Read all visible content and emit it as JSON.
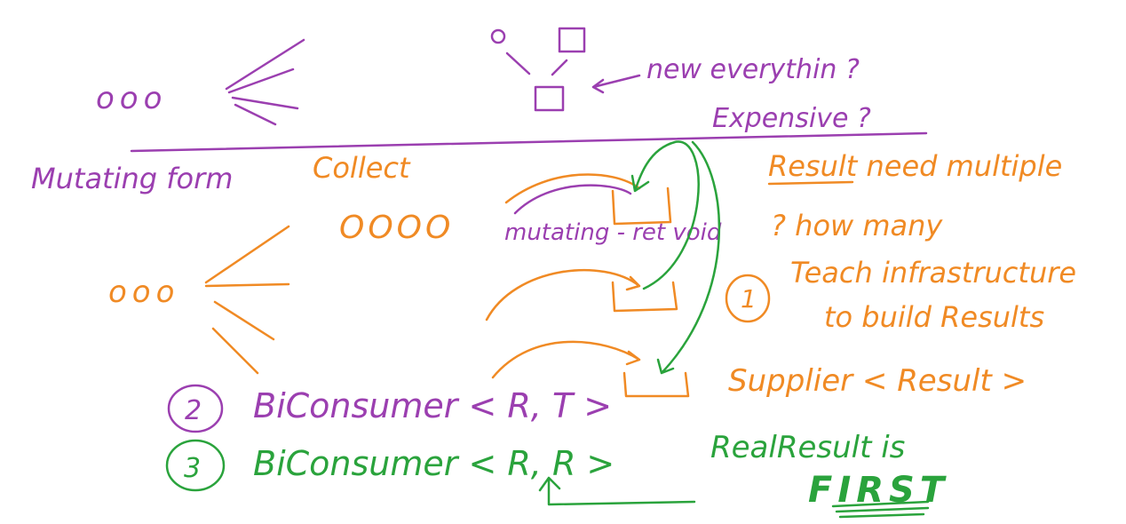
{
  "colors": {
    "purple": "#9b3fb0",
    "orange": "#f08a24",
    "green": "#2aa33c",
    "background": "#ffffff"
  },
  "top": {
    "dots": "ooo",
    "new_everything": "new everythin ?",
    "expensive": "Expensive ?"
  },
  "labels": {
    "mutating_form": "Mutating form",
    "collect": "Collect"
  },
  "middle": {
    "circles": "OOOO",
    "mutating_ret_void": "mutating - ret void",
    "dots": "ooo",
    "result_need_multiple": "Result need multiple",
    "how_many": "? how many",
    "teach_line1": "Teach infrastructure",
    "teach_line2": "to build Results",
    "supplier": "Supplier < Result >"
  },
  "items": [
    {
      "number": "2",
      "text": "BiConsumer < R, T >"
    },
    {
      "number": "3",
      "text": "BiConsumer < R, R >"
    }
  ],
  "notes": {
    "real_result_line1": "RealResult is",
    "real_result_line2": "FIRST"
  },
  "circle_one": "1"
}
